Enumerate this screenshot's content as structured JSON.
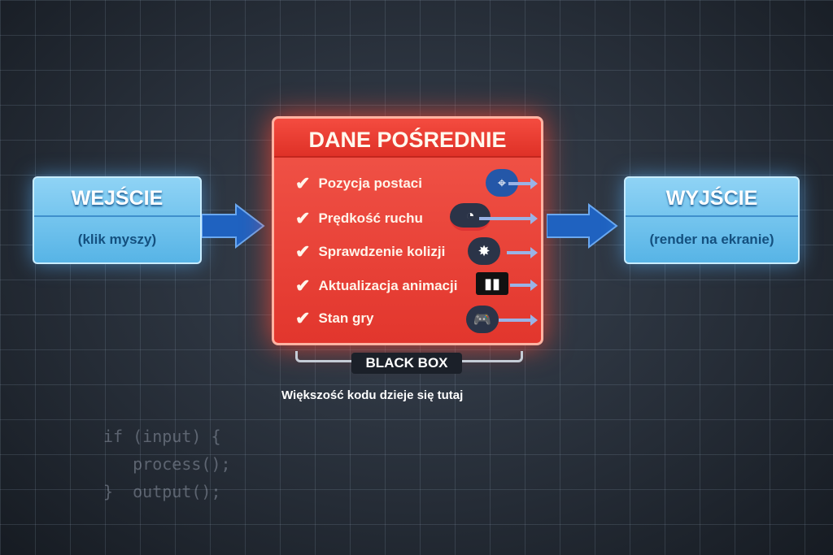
{
  "input": {
    "title": "WEJŚCIE",
    "subtitle": "(klik myszy)"
  },
  "output": {
    "title": "WYJŚCIE",
    "subtitle": "(render na ekranie)"
  },
  "center": {
    "title": "DANE POŚREDNIE",
    "items": [
      {
        "label": "Pozycja postaci",
        "icon": "position-icon"
      },
      {
        "label": "Prędkość ruchu",
        "icon": "speedometer-icon"
      },
      {
        "label": "Sprawdzenie kolizji",
        "icon": "collision-icon"
      },
      {
        "label": "Aktualizacja animacji",
        "icon": "film-icon"
      },
      {
        "label": "Stan gry",
        "icon": "gamepad-icon"
      }
    ]
  },
  "black_box": "BLACK BOX",
  "note": "Większość kodu dzieje się tutaj",
  "code": {
    "line1": "if (input) {",
    "line2": "   process();",
    "line3": "}  output();"
  }
}
